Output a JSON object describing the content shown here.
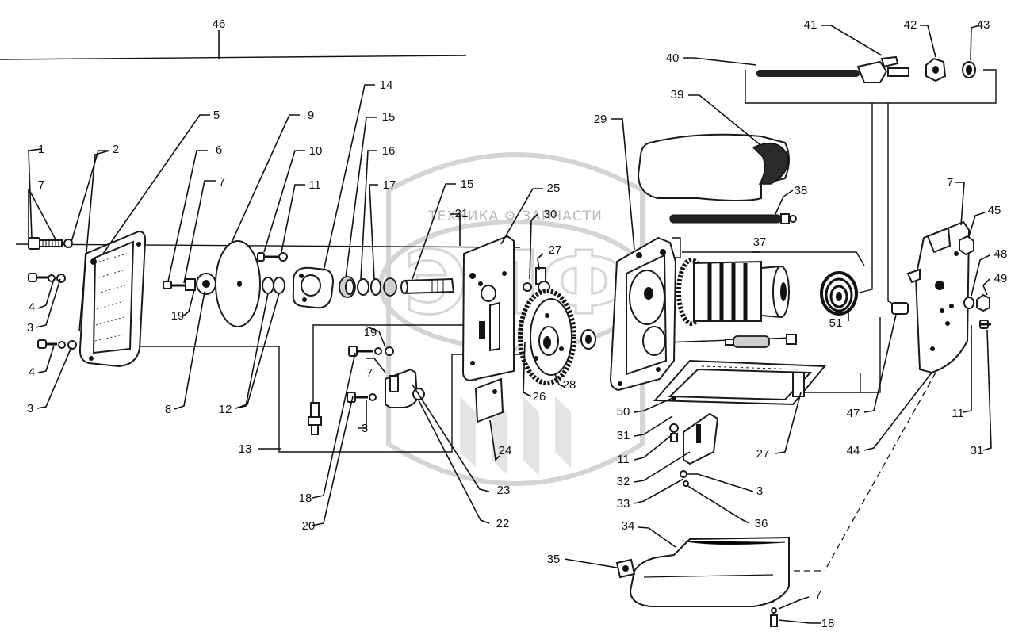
{
  "watermark": {
    "text": "ТЕХНИКА ⚙ ЗАПЧАСТИ",
    "logo": "ЭПФ"
  },
  "callouts": [
    {
      "id": "c46",
      "label": "46"
    },
    {
      "id": "c1",
      "label": "1"
    },
    {
      "id": "c2",
      "label": "2"
    },
    {
      "id": "c7a",
      "label": "7"
    },
    {
      "id": "c4a",
      "label": "4"
    },
    {
      "id": "c3a",
      "label": "3"
    },
    {
      "id": "c4b",
      "label": "4"
    },
    {
      "id": "c3b",
      "label": "3"
    },
    {
      "id": "c5",
      "label": "5"
    },
    {
      "id": "c6",
      "label": "6"
    },
    {
      "id": "c7b",
      "label": "7"
    },
    {
      "id": "c19a",
      "label": "19"
    },
    {
      "id": "c8",
      "label": "8"
    },
    {
      "id": "c9",
      "label": "9"
    },
    {
      "id": "c10",
      "label": "10"
    },
    {
      "id": "c11a",
      "label": "11"
    },
    {
      "id": "c12",
      "label": "12"
    },
    {
      "id": "c13",
      "label": "13"
    },
    {
      "id": "c14",
      "label": "14"
    },
    {
      "id": "c15a",
      "label": "15"
    },
    {
      "id": "c16",
      "label": "16"
    },
    {
      "id": "c17",
      "label": "17"
    },
    {
      "id": "c15b",
      "label": "15"
    },
    {
      "id": "c21",
      "label": "21"
    },
    {
      "id": "c25",
      "label": "25"
    },
    {
      "id": "c30",
      "label": "30"
    },
    {
      "id": "c27a",
      "label": "27"
    },
    {
      "id": "c19b",
      "label": "19"
    },
    {
      "id": "c7c",
      "label": "7"
    },
    {
      "id": "c3c",
      "label": "3"
    },
    {
      "id": "c18a",
      "label": "18"
    },
    {
      "id": "c20",
      "label": "20"
    },
    {
      "id": "c23",
      "label": "23"
    },
    {
      "id": "c22",
      "label": "22"
    },
    {
      "id": "c24",
      "label": "24"
    },
    {
      "id": "c26",
      "label": "26"
    },
    {
      "id": "c28",
      "label": "28"
    },
    {
      "id": "c29",
      "label": "29"
    },
    {
      "id": "c50",
      "label": "50"
    },
    {
      "id": "c31a",
      "label": "31"
    },
    {
      "id": "c11b",
      "label": "11"
    },
    {
      "id": "c32",
      "label": "32"
    },
    {
      "id": "c33",
      "label": "33"
    },
    {
      "id": "c3d",
      "label": "3"
    },
    {
      "id": "c36",
      "label": "36"
    },
    {
      "id": "c27b",
      "label": "27"
    },
    {
      "id": "c39",
      "label": "39"
    },
    {
      "id": "c38",
      "label": "38"
    },
    {
      "id": "c37",
      "label": "37"
    },
    {
      "id": "c51",
      "label": "51"
    },
    {
      "id": "c40",
      "label": "40"
    },
    {
      "id": "c41",
      "label": "41"
    },
    {
      "id": "c42",
      "label": "42"
    },
    {
      "id": "c43",
      "label": "43"
    },
    {
      "id": "c7d",
      "label": "7"
    },
    {
      "id": "c45",
      "label": "45"
    },
    {
      "id": "c48",
      "label": "48"
    },
    {
      "id": "c49",
      "label": "49"
    },
    {
      "id": "c47",
      "label": "47"
    },
    {
      "id": "c11c",
      "label": "11"
    },
    {
      "id": "c44",
      "label": "44"
    },
    {
      "id": "c31b",
      "label": "31"
    },
    {
      "id": "c34",
      "label": "34"
    },
    {
      "id": "c35",
      "label": "35"
    },
    {
      "id": "c7e",
      "label": "7"
    },
    {
      "id": "c18b",
      "label": "18"
    }
  ]
}
